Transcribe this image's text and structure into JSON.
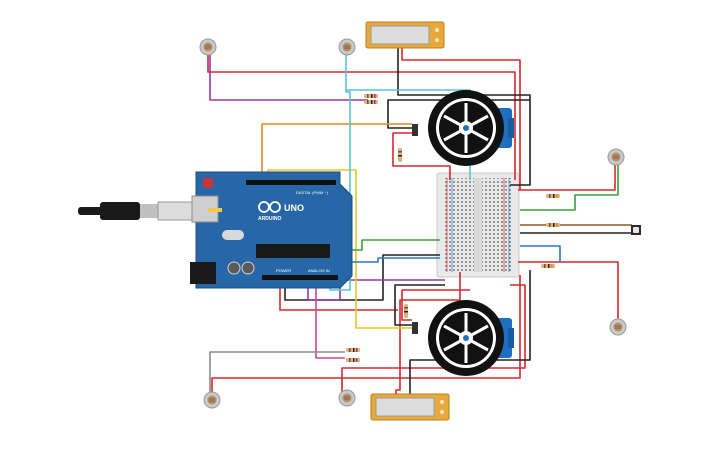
{
  "board": {
    "model_label": "UNO",
    "brand_label": "ARDUINO",
    "digital_label": "DIGITAL (PWM ~)",
    "power_label": "POWER",
    "analog_label": "ANALOG IN"
  },
  "colors": {
    "board": "#2767a8",
    "wire_red": "#d6282e",
    "wire_black": "#222222",
    "wire_purple": "#8e3aa0",
    "wire_orange": "#e08a1a",
    "wire_yellow": "#e3c72a",
    "wire_cyan": "#58c3d6",
    "wire_green": "#3aa040",
    "wire_blue": "#2a78c8",
    "wire_gray": "#8a8a8a",
    "wire_pink": "#d3459a",
    "servo_blue": "#1e6fc4",
    "lcd_frame": "#e9a83a",
    "breadboard": "#e9e9e9"
  },
  "components": {
    "ldr_count": 6,
    "servo_count": 2,
    "display_count": 2,
    "resistor_count": 9,
    "pushbutton_count": 1
  }
}
